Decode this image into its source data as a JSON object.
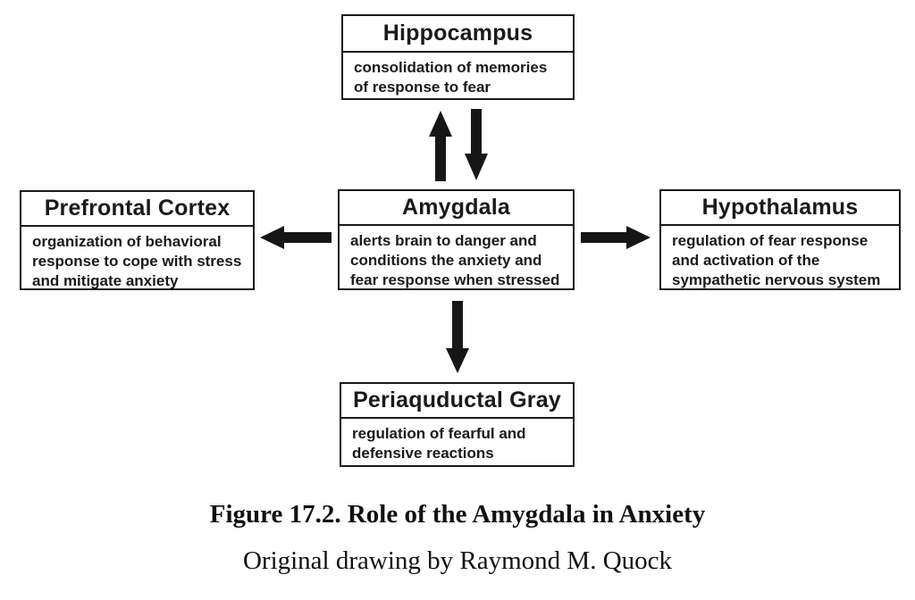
{
  "canvas": {
    "background_color": "#ffffff",
    "ink_color": "#161616"
  },
  "nodes": {
    "hippocampus": {
      "title": "Hippocampus",
      "body": "consolidation of memories\nof response to fear"
    },
    "prefrontal_cortex": {
      "title": "Prefrontal Cortex",
      "body": "organization of behavioral\nresponse to cope with stress\nand mitigate anxiety"
    },
    "amygdala": {
      "title": "Amygdala",
      "body": "alerts brain to danger and\nconditions the anxiety and\nfear response when stressed"
    },
    "hypothalamus": {
      "title": "Hypothalamus",
      "body": "regulation of fear response\nand activation of the\nsympathetic nervous system"
    },
    "periaquductal_gray": {
      "title": "Periaquductal Gray",
      "body": "regulation of fearful and\ndefensive reactions"
    }
  },
  "connections": [
    {
      "from": "amygdala",
      "to": "hippocampus",
      "direction": "up"
    },
    {
      "from": "hippocampus",
      "to": "amygdala",
      "direction": "down"
    },
    {
      "from": "amygdala",
      "to": "prefrontal_cortex",
      "direction": "left"
    },
    {
      "from": "amygdala",
      "to": "hypothalamus",
      "direction": "right"
    },
    {
      "from": "amygdala",
      "to": "periaquductal_gray",
      "direction": "down"
    }
  ],
  "caption": {
    "title": "Figure 17.2. Role of the Amygdala in Anxiety",
    "credit": "Original drawing by Raymond M. Quock"
  }
}
